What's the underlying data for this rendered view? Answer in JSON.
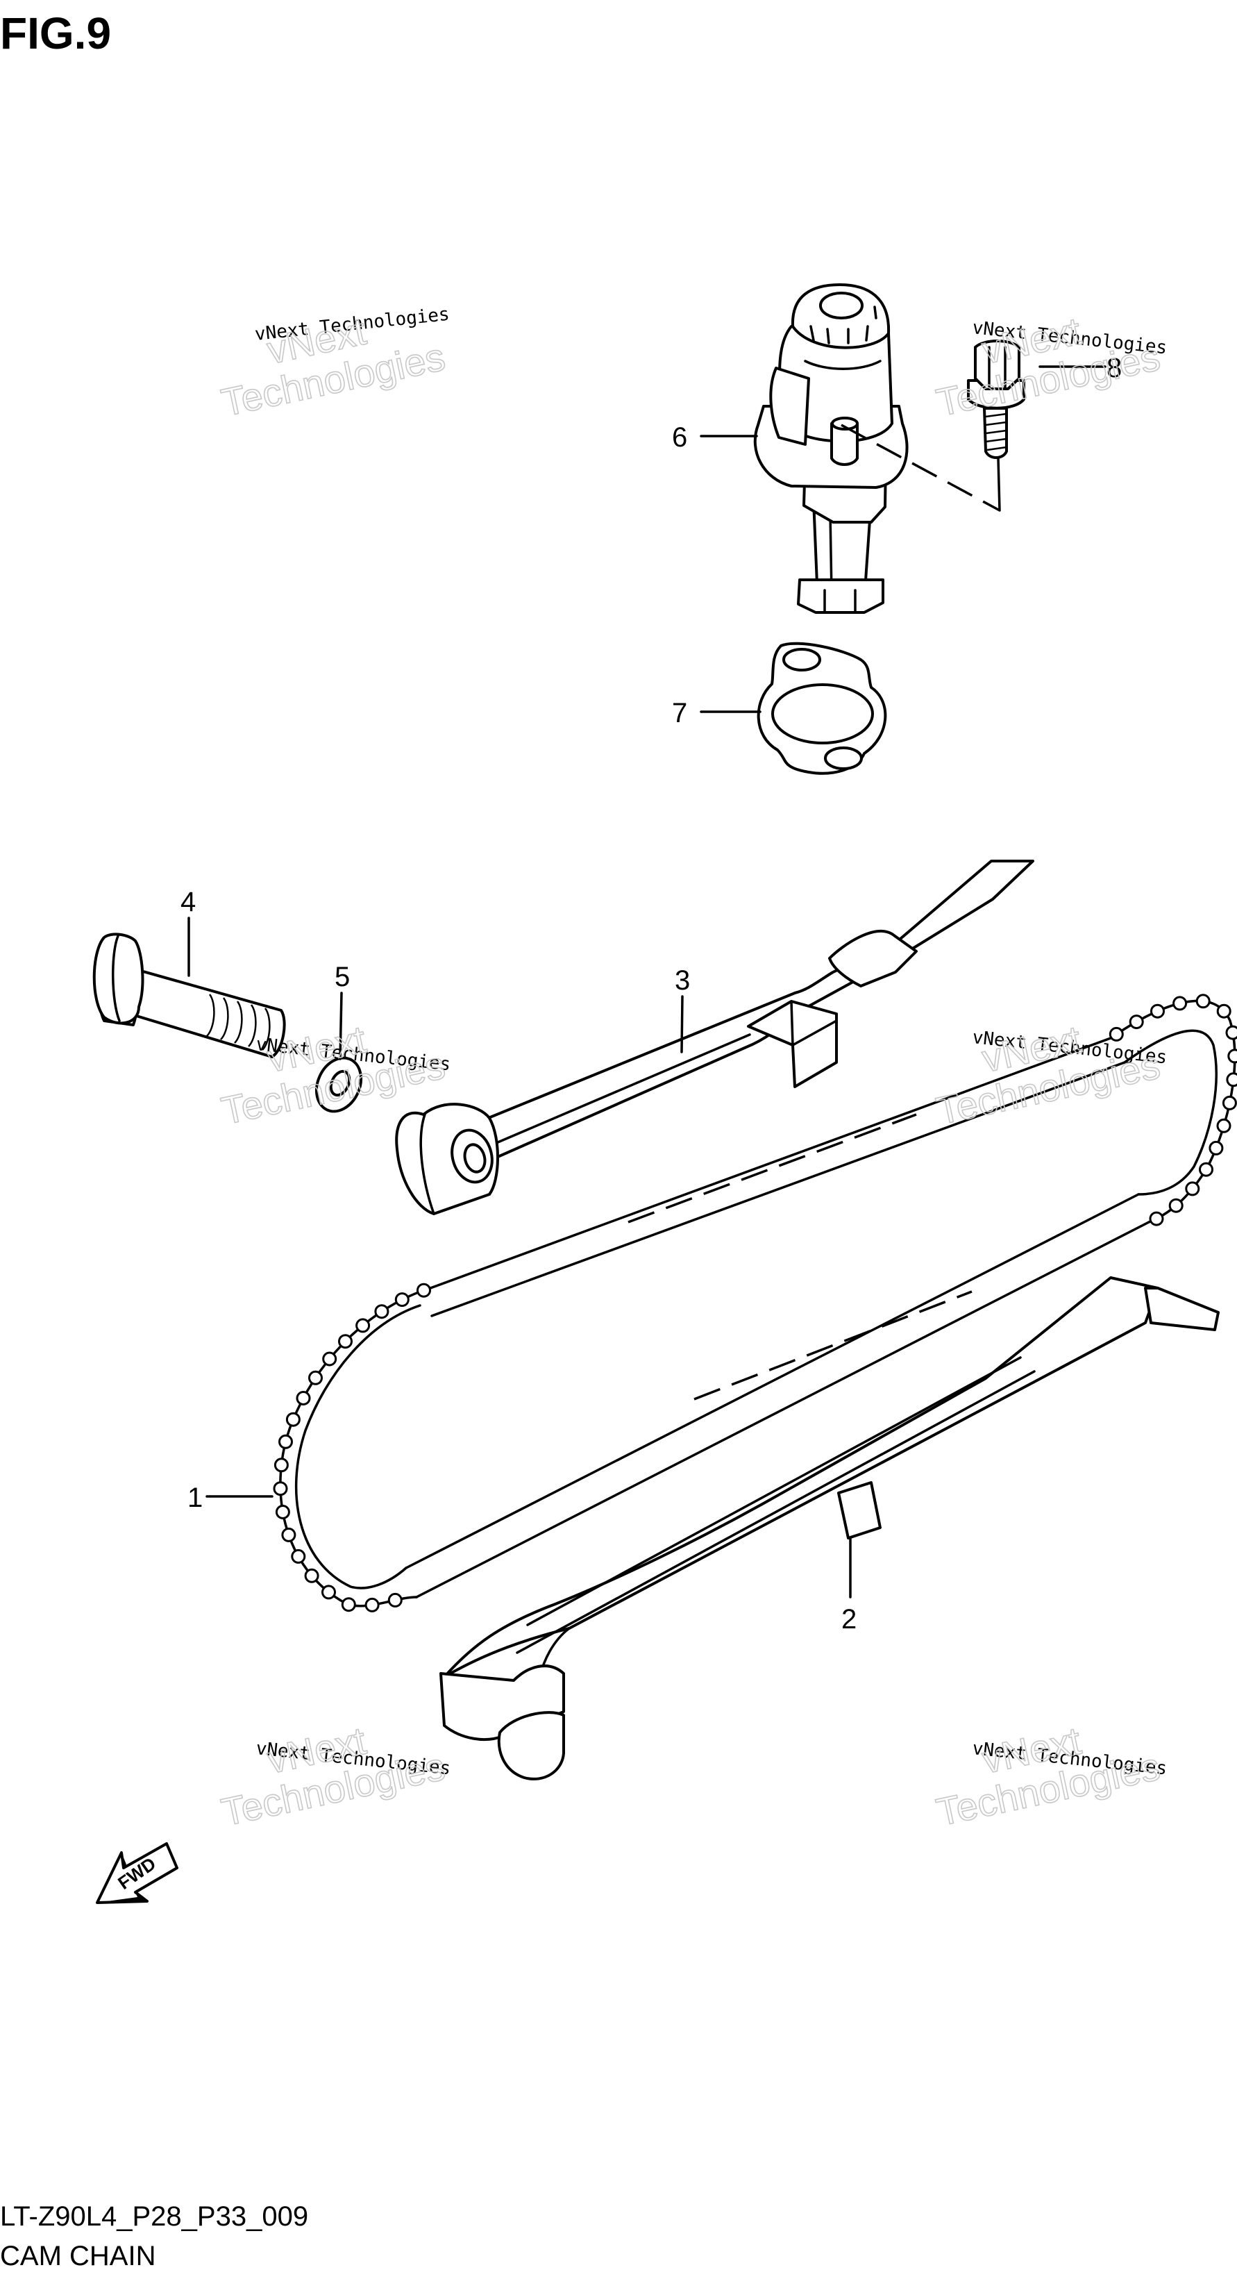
{
  "figure": {
    "title": "FIG.9"
  },
  "parts": [
    {
      "number": "1",
      "name_icon": "cam-chain"
    },
    {
      "number": "2",
      "name_icon": "chain-guide"
    },
    {
      "number": "3",
      "name_icon": "tensioner-arm"
    },
    {
      "number": "4",
      "name_icon": "pivot-bolt"
    },
    {
      "number": "5",
      "name_icon": "washer"
    },
    {
      "number": "6",
      "name_icon": "chain-tensioner"
    },
    {
      "number": "7",
      "name_icon": "gasket"
    },
    {
      "number": "8",
      "name_icon": "mounting-bolt"
    }
  ],
  "watermark": {
    "line1": "vNext Technologies",
    "word1": "vNext",
    "word2": "Technologies"
  },
  "direction_label": "FWD",
  "footer": {
    "code": "LT-Z90L4_P28_P33_009",
    "caption": "CAM CHAIN"
  },
  "colors": {
    "ink": "#000000",
    "paper": "#ffffff",
    "watermark": "#c8c8c8"
  }
}
